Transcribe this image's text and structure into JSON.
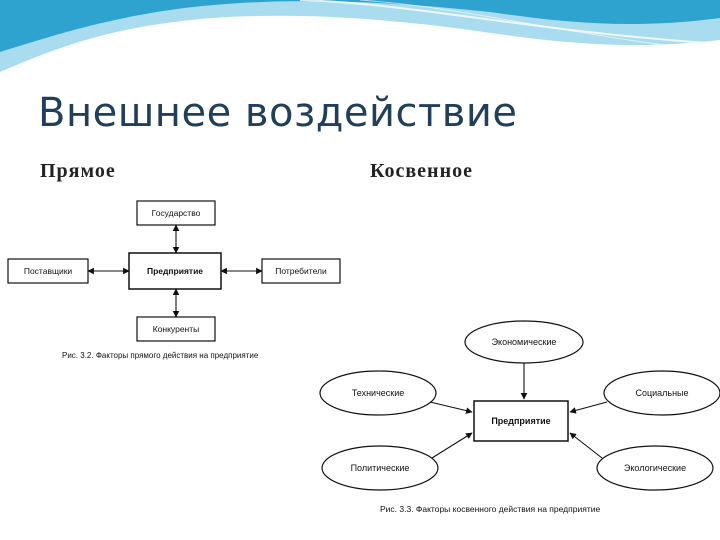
{
  "slide": {
    "title": "Внешнее воздействие",
    "subtitle_direct": "Прямое",
    "subtitle_indirect": "Косвенное"
  },
  "direct_diagram": {
    "center": "Предприятие",
    "top": "Государство",
    "left": "Поставщики",
    "right": "Потребители",
    "bottom": "Конкуренты",
    "caption": "Рис. 3.2. Факторы прямого действия на предприятие"
  },
  "indirect_diagram": {
    "center": "Предприятие",
    "top": "Экономические",
    "upper_left": "Технические",
    "upper_right": "Социальные",
    "lower_left": "Политические",
    "lower_right": "Экологические",
    "caption": "Рис. 3.3. Факторы косвенного действия на предприятие"
  },
  "colors": {
    "title": "#1f3f5c",
    "wave_dark": "#2fa3cf",
    "wave_light": "#a9dcef"
  }
}
